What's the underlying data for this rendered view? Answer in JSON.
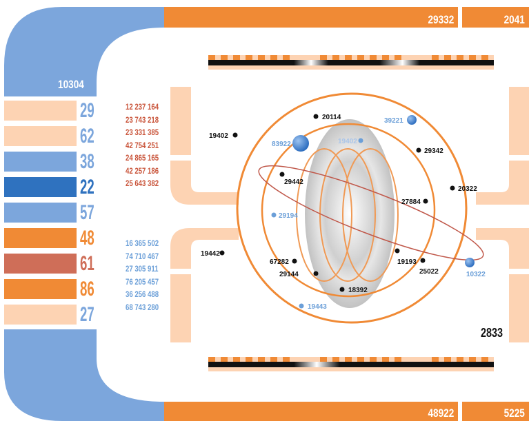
{
  "top_bar": {
    "main_value": "29332",
    "side_value": "2041"
  },
  "bottom_bar": {
    "main_value": "48922",
    "side_value": "5225"
  },
  "side_panel": {
    "label": "10304"
  },
  "stripes": [
    {
      "value": "29",
      "color": "#fdd3b3"
    },
    {
      "value": "62",
      "color": "#fdd3b3"
    },
    {
      "value": "38",
      "color": "#7ca6dc"
    },
    {
      "value": "22",
      "color": "#2f72bf"
    },
    {
      "value": "57",
      "color": "#7ca6dc"
    },
    {
      "value": "48",
      "color": "#f08a35"
    },
    {
      "value": "61",
      "color": "#cf6e58"
    },
    {
      "value": "86",
      "color": "#f08a35"
    },
    {
      "value": "27",
      "color": "#fdd3b3"
    }
  ],
  "red_codes": [
    "12 237 164",
    "23 743 218",
    "23 331 385",
    "42 754 251",
    "24 865 165",
    "42 257 186",
    "25 643 382"
  ],
  "blue_codes": [
    "16 365 502",
    "74 710 467",
    "27 305 911",
    "76 205 457",
    "36 256 488",
    "68 743 280"
  ],
  "corner_value": "2833",
  "markers": {
    "m20114": "20114",
    "m19402a": "19402",
    "m39221": "39221",
    "m83922": "83922",
    "m19402b": "19402",
    "m29342": "29342",
    "m29442": "29442",
    "m20322": "20322",
    "m27884": "27884",
    "m29194": "29194",
    "m19442": "19442",
    "m19193": "19193",
    "m67282": "67282",
    "m25022": "25022",
    "m10322": "10322",
    "m29144": "29144",
    "m18392": "18392",
    "m19443": "19443"
  },
  "colors": {
    "orange": "#f08a35",
    "peach": "#fdd3b3",
    "light_blue": "#7ca6dc",
    "dark_blue": "#2f72bf",
    "red": "#cf6e58",
    "ring_brown": "#c0584a"
  }
}
